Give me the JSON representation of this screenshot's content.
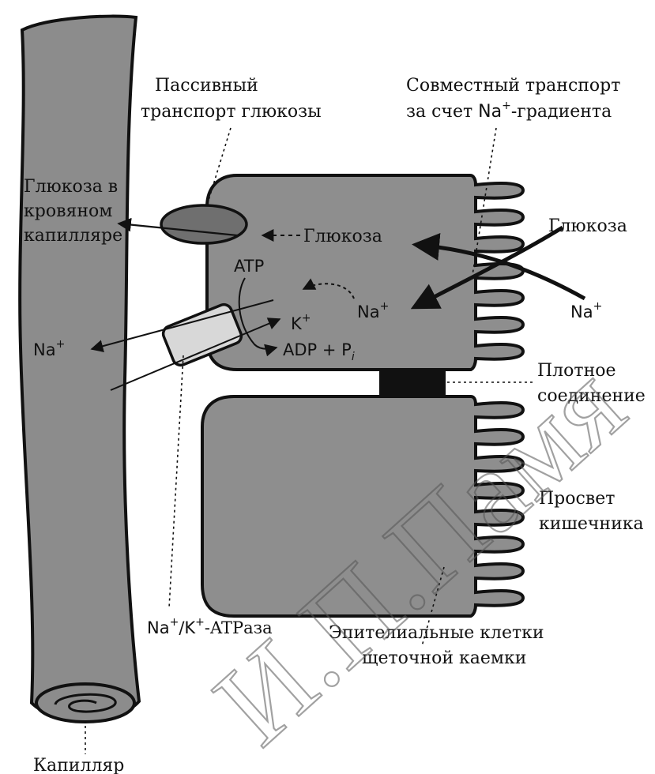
{
  "labels": {
    "passive_l1": "Пассивный",
    "passive_l2": "транспорт глюкозы",
    "cotrans_l1": "Совместный транспорт",
    "cotrans_l2_a": "за счет ",
    "cotrans_l2_na": "Na",
    "cotrans_l2_sup": "+",
    "cotrans_l2_b": "-градиента",
    "blood_l1": "Глюкоза в",
    "blood_l2": "кровяном",
    "blood_l3": "капилляре",
    "glucose_in_cell": "Глюкоза",
    "glucose_lumen": "Глюкоза",
    "atp": "ATP",
    "na_cell": "Na",
    "na_cell_sup": "+",
    "na_lumen": "Na",
    "na_lumen_sup": "+",
    "na_blood": "Na",
    "na_blood_sup": "+",
    "k": "K",
    "k_sup": "+",
    "adp": "ADP + P",
    "adp_sub": "i",
    "tight_l1": "Плотное",
    "tight_l2": "соединение",
    "lumen_l1": "Просвет",
    "lumen_l2": "кишечника",
    "atpase_na": "Na",
    "atpase_sup1": "+",
    "atpase_k": "/K",
    "atpase_sup2": "+",
    "atpase_rest": "-ATPаза",
    "epith_l1": "Эпителиальные клетки",
    "epith_l2": "щеточной каемки",
    "capillary": "Капилляр",
    "watermark": "И.П.Памя"
  },
  "colors": {
    "cell_fill": "#8e8e8e",
    "capillary_fill": "#8c8c8c",
    "pump_fill": "#d8d8d8",
    "channel_fill": "#6f6f6f",
    "tight_junction": "#111111"
  }
}
